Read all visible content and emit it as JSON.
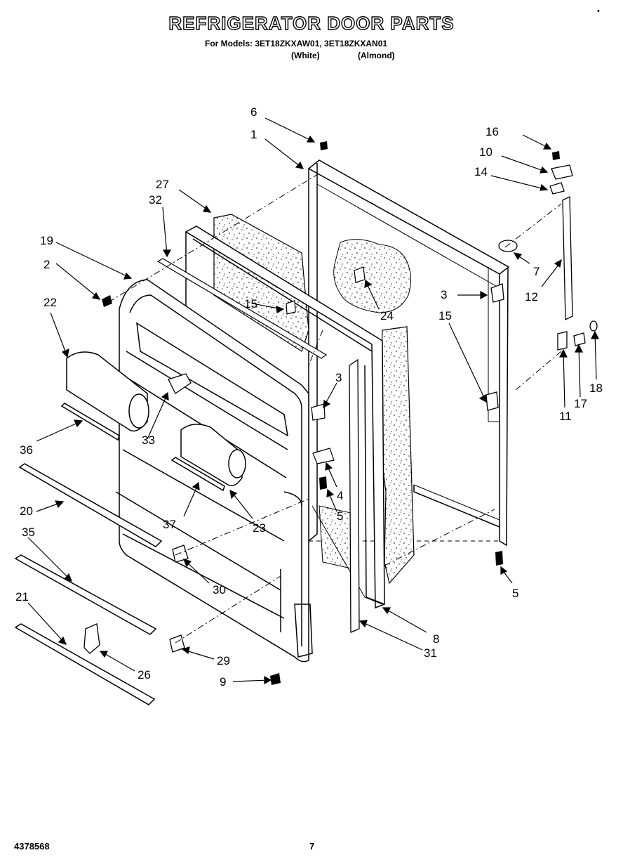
{
  "header": {
    "title": "REFRIGERATOR DOOR PARTS",
    "models_line": "For Models: 3ET18ZKXAW01, 3ET18ZKXAN01",
    "variant_white": "(White)",
    "variant_almond": "(Almond)"
  },
  "footer": {
    "doc_number": "4378568",
    "page_number": "7"
  },
  "corner_mark": "•",
  "callouts": {
    "c1": "1",
    "c2": "2",
    "c3a": "3",
    "c3b": "3",
    "c4": "4",
    "c5a": "5",
    "c5b": "5",
    "c6": "6",
    "c7": "7",
    "c8": "8",
    "c9": "9",
    "c10": "10",
    "c11": "11",
    "c12": "12",
    "c14": "14",
    "c15a": "15",
    "c15b": "15",
    "c16": "16",
    "c17": "17",
    "c18": "18",
    "c19": "19",
    "c20": "20",
    "c21": "21",
    "c22": "22",
    "c23": "23",
    "c24": "24",
    "c26": "26",
    "c27": "27",
    "c29": "29",
    "c30": "30",
    "c31": "31",
    "c32": "32",
    "c33": "33",
    "c35": "35",
    "c36": "36",
    "c37": "37"
  }
}
